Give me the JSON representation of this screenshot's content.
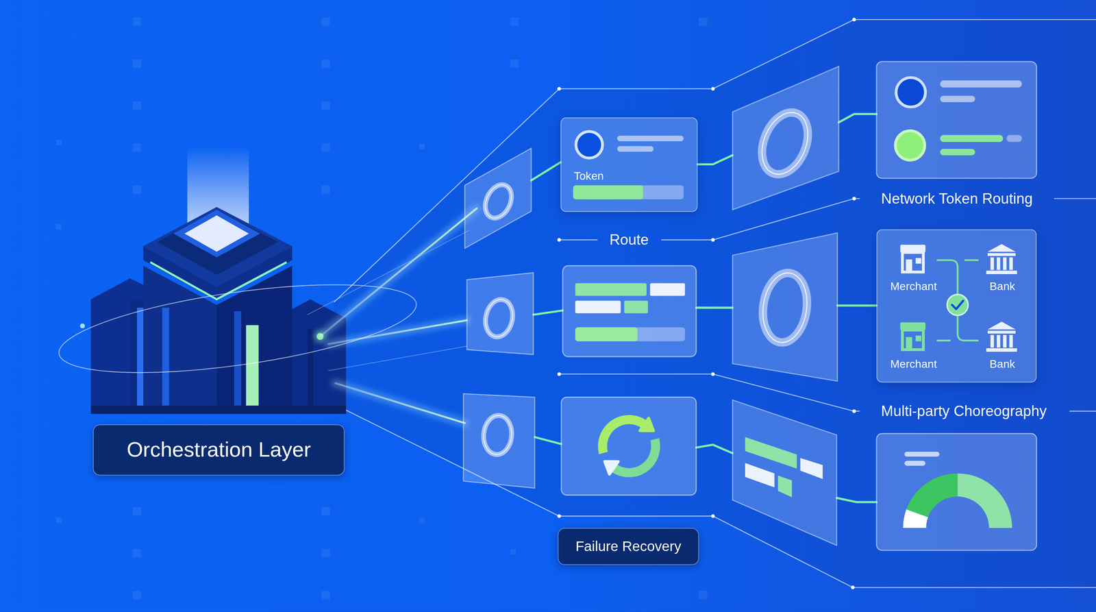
{
  "diagram": {
    "nodes": [
      {
        "text": [
          "Orchestration Layer"
        ]
      },
      {
        "text": [
          "Token"
        ]
      },
      {
        "text": [
          "Failure Recovery"
        ]
      },
      {
        "text": [
          "Merchant",
          "Bank",
          "Merchant",
          "Bank"
        ]
      }
    ],
    "labels": [
      "Route",
      "Network Token Routing",
      "Multi-party Choreography"
    ]
  }
}
